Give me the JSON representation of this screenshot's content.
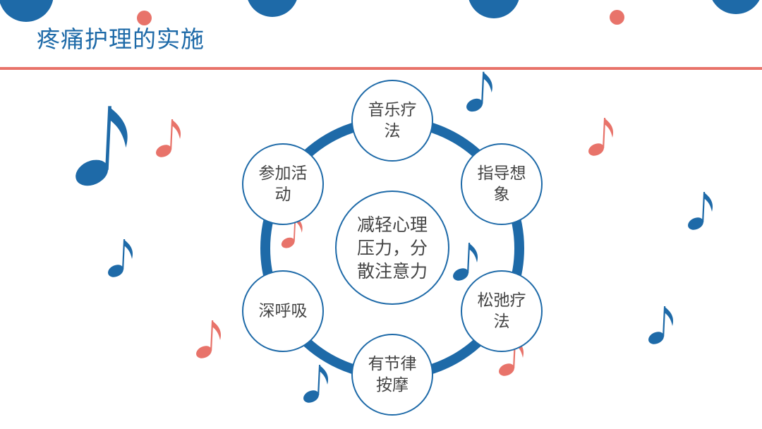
{
  "header": {
    "title": "疼痛护理的实施"
  },
  "colors": {
    "accent_blue": "#1e6aa8",
    "accent_coral": "#e8736a",
    "text": "#444444"
  },
  "decorations": {
    "note_icon": "eighth-note-icon",
    "dot_icon": "circle"
  },
  "diagram": {
    "center": {
      "label": "减轻心理压力，分散注意力"
    },
    "methods": [
      {
        "label": "音乐疗法"
      },
      {
        "label": "指导想象"
      },
      {
        "label": "松弛疗法"
      },
      {
        "label": "有节律按摩"
      },
      {
        "label": "深呼吸"
      },
      {
        "label": "参加活动"
      }
    ]
  }
}
